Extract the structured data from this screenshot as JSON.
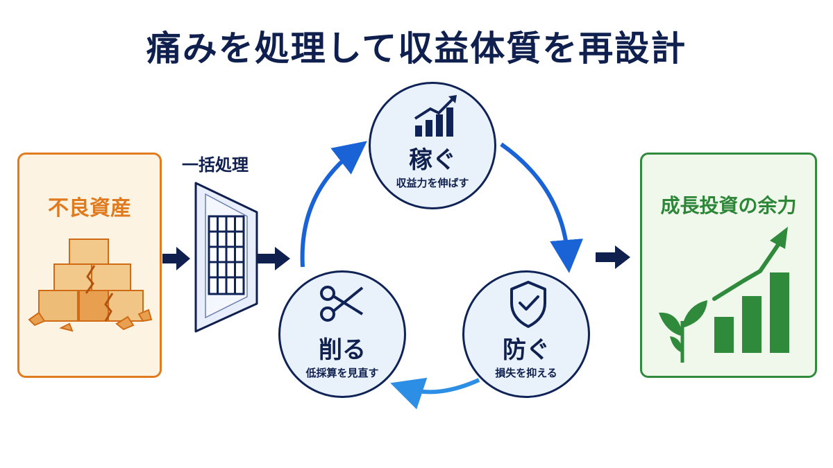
{
  "title": "痛みを処理して収益体質を再設計",
  "left_box": {
    "label": "不良資産"
  },
  "middle_step": {
    "label": "一括処理"
  },
  "cycle": {
    "earn": {
      "title": "稼ぐ",
      "subtitle": "収益力を伸ばす"
    },
    "cut": {
      "title": "削る",
      "subtitle": "低採算を見直す"
    },
    "prevent": {
      "title": "防ぐ",
      "subtitle": "損失を抑える"
    }
  },
  "right_box": {
    "label": "成長投資の余力"
  },
  "colors": {
    "navy": "#0f1f4e",
    "orange": "#e07b20",
    "green": "#2f8a3c",
    "cycle_blue": "#1a63d6"
  },
  "icons": [
    "broken-boxes-icon",
    "filter-grid-icon",
    "growth-bars-icon",
    "scissors-icon",
    "shield-check-icon",
    "sprout-icon",
    "rising-bars-icon"
  ]
}
